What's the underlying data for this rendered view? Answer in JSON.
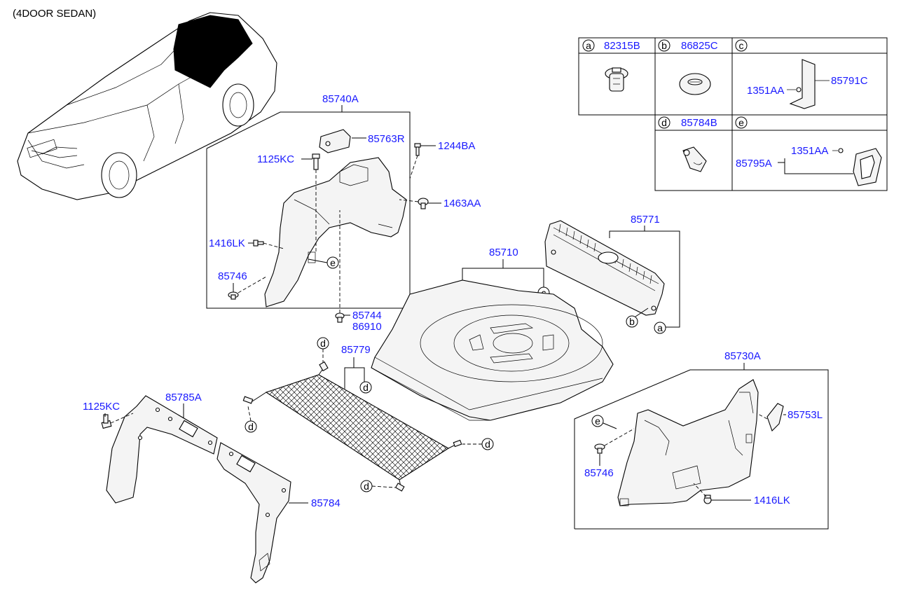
{
  "title": "(4DOOR SEDAN)",
  "legend": {
    "a": {
      "letter": "a",
      "part": "82315B"
    },
    "b": {
      "letter": "b",
      "part": "86825C"
    },
    "c": {
      "letter": "c",
      "part": "1351AA",
      "part2": "85791C"
    },
    "d": {
      "letter": "d",
      "part": "85784B"
    },
    "e": {
      "letter": "e",
      "part": "1351AA",
      "part2": "85795A"
    }
  },
  "labels": {
    "p85740A": "85740A",
    "p85763R": "85763R",
    "p1244BA": "1244BA",
    "p1125KC_top": "1125KC",
    "p1463AA": "1463AA",
    "p1416LK_left": "1416LK",
    "p85746_left": "85746",
    "p85744": "85744",
    "p86910": "86910",
    "p85710": "85710",
    "p85771": "85771",
    "p85779": "85779",
    "p85785A": "85785A",
    "p1125KC_bottom": "1125KC",
    "p85784": "85784",
    "p85730A": "85730A",
    "p85753L": "85753L",
    "p85746_right": "85746",
    "p1416LK_right": "1416LK"
  },
  "callouts": {
    "a": "a",
    "b": "b",
    "c": "c",
    "d": "d",
    "e": "e"
  }
}
